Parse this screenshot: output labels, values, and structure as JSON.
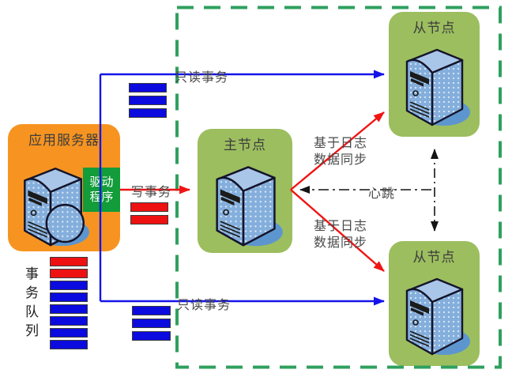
{
  "nodes": {
    "app_server": {
      "label": "应用服务器"
    },
    "driver": {
      "label": "驱动\n程序"
    },
    "master": {
      "label": "主节点"
    },
    "slave_top": {
      "label": "从节点"
    },
    "slave_bottom": {
      "label": "从节点"
    }
  },
  "edges": {
    "read_only_top": {
      "label": "只读事务"
    },
    "read_only_bottom": {
      "label": "只读事务"
    },
    "write": {
      "label": "写事务"
    },
    "log_sync_top": {
      "label": "基于日志\n数据同步"
    },
    "log_sync_bottom": {
      "label": "基于日志\n数据同步"
    },
    "heartbeat": {
      "label": "心跳"
    }
  },
  "transaction_queue": {
    "label": "事务队列",
    "left_queue": [
      "red",
      "red",
      "blue",
      "blue",
      "blue",
      "blue",
      "blue",
      "blue"
    ],
    "top_queue": [
      "blue",
      "blue",
      "blue"
    ],
    "write_queue": [
      "red",
      "red"
    ],
    "bottom_queue": [
      "blue",
      "blue",
      "blue"
    ]
  },
  "colors": {
    "app-box": "#F79421",
    "node-box": "#9CBE5F",
    "driver-box": "#129C3A",
    "line-blue": "#1414E8",
    "line-red": "#F01414",
    "line-black": "#141414",
    "bar-blue": "#0B0BE0",
    "bar-red": "#EE1111",
    "dash-green": "#2FA05E",
    "server-blue": "#84AEDC"
  }
}
